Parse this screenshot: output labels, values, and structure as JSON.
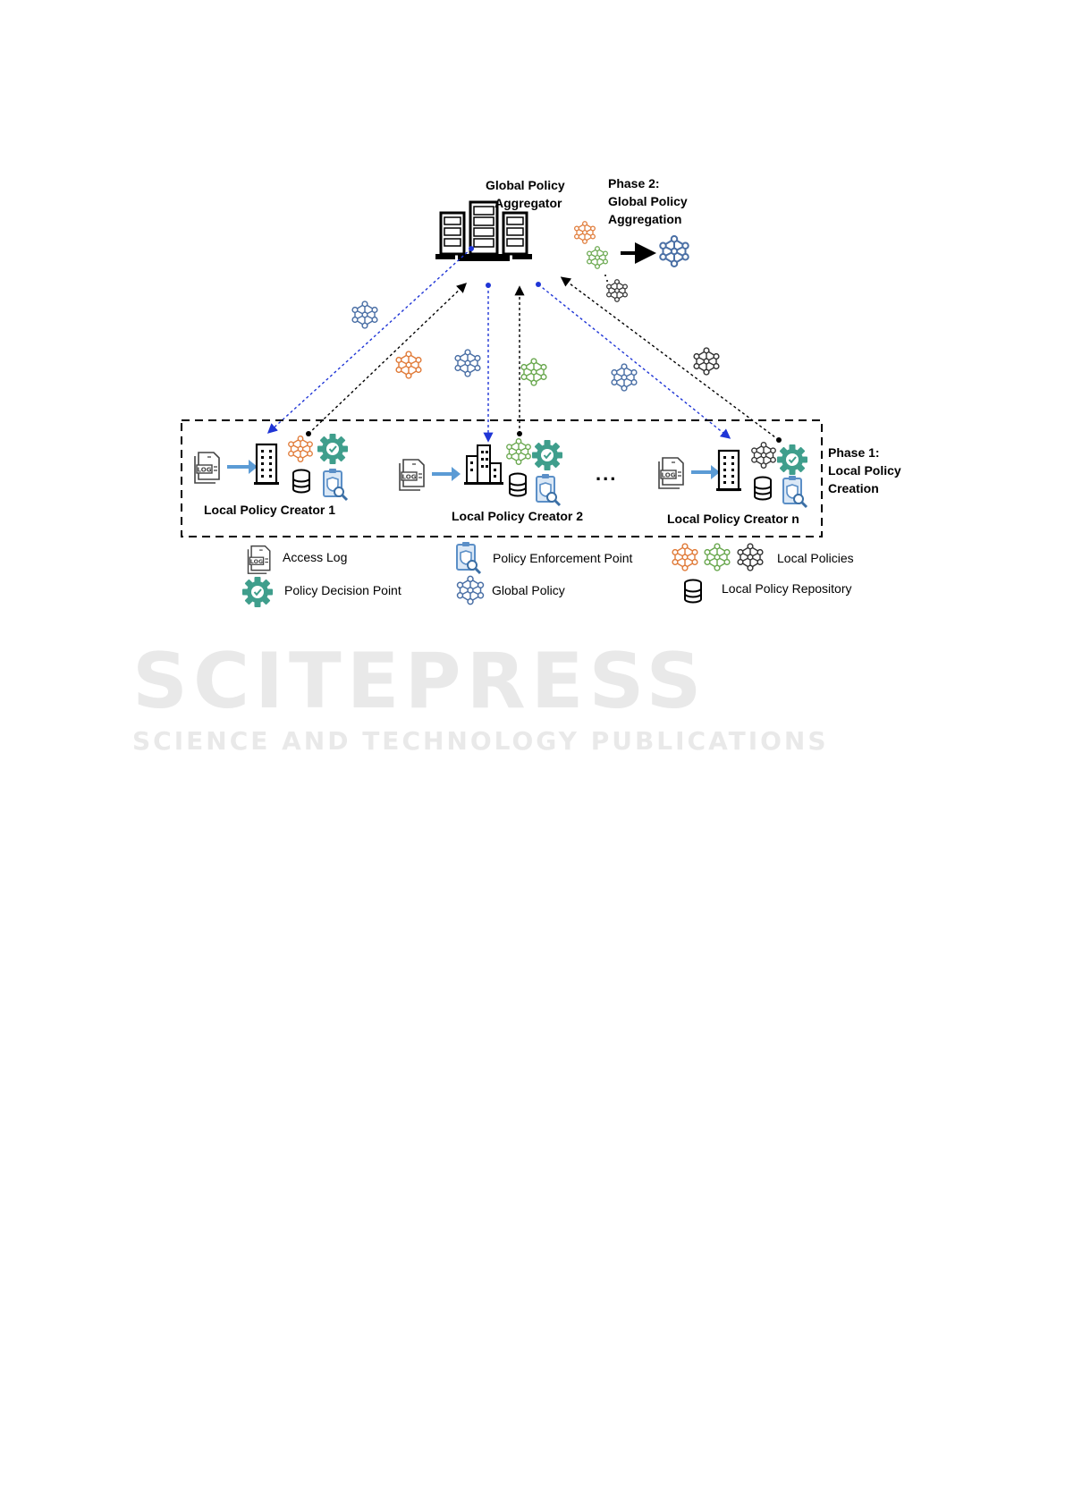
{
  "aggregator": {
    "title_line1": "Global Policy",
    "title_line2": "Aggregator"
  },
  "phase2": {
    "line1": "Phase 2:",
    "line2": "Global Policy",
    "line3": "Aggregation"
  },
  "phase1": {
    "line1": "Phase 1:",
    "line2": "Local Policy",
    "line3": "Creation"
  },
  "creators": [
    {
      "label": "Local Policy Creator 1"
    },
    {
      "label": "Local Policy Creator 2"
    },
    {
      "label": "Local Policy Creator n"
    }
  ],
  "ellipsis": "...",
  "legend": {
    "access_log": "Access Log",
    "policy_decision_point": "Policy Decision Point",
    "policy_enforcement_point": "Policy Enforcement Point",
    "global_policy": "Global Policy",
    "local_policies": "Local Policies",
    "local_policy_repository": "Local Policy Repository"
  },
  "log_icon_text": "LOG",
  "watermark": {
    "line1": "SCITEPRESS",
    "line2": "SCIENCE AND TECHNOLOGY PUBLICATIONS"
  },
  "colors": {
    "global_policy": "#4a6fa5",
    "local_policy_orange": "#e07b39",
    "local_policy_green": "#6aa84f",
    "local_policy_black": "#333333",
    "pdp_gear": "#3f9e8c",
    "pep_blue": "#5b8fc7",
    "arrow_blue": "#1f35d6",
    "arrow_black": "#000000",
    "process_arrow": "#5b9bd5"
  }
}
